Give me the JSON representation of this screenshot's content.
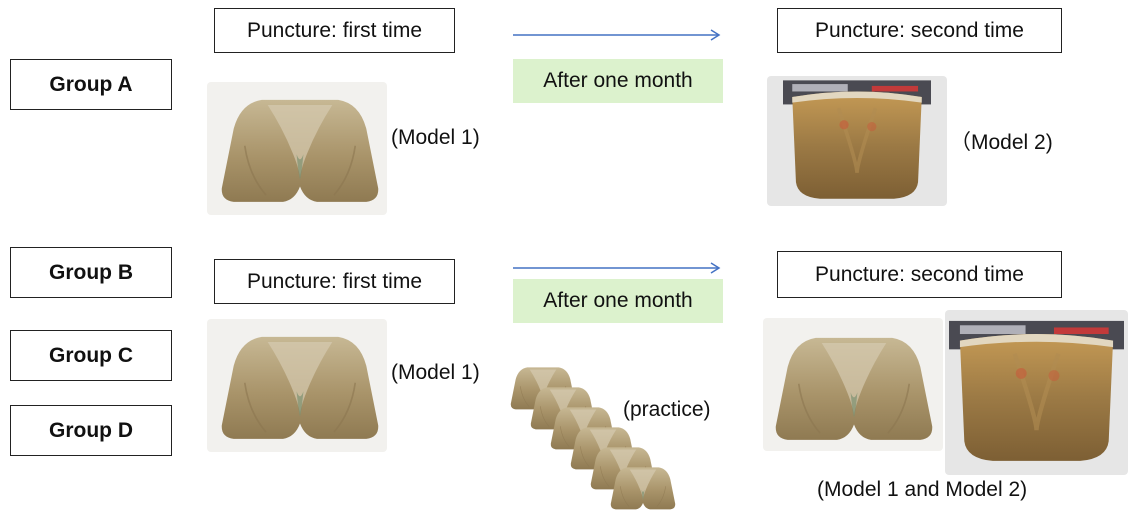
{
  "groups": {
    "a": "Group A",
    "b": "Group B",
    "c": "Group C",
    "d": "Group D"
  },
  "row1": {
    "first_puncture": "Puncture: first time",
    "interval": "After one month",
    "second_puncture": "Puncture: second time",
    "model_left": "(Model 1)",
    "model_right": "（Model 2)"
  },
  "row2": {
    "first_puncture": "Puncture: first time",
    "interval": "After one month",
    "second_puncture": "Puncture: second time",
    "model_left": "(Model 1)",
    "practice": "(practice)",
    "models_both": "(Model 1 and Model 2)"
  },
  "colors": {
    "arrow": "#4472c4",
    "interval_fill": "#dcf2cd",
    "model1": "#a9946a",
    "model2": "#9c7a45"
  },
  "images": [
    "spine-model-1-photo",
    "spine-model-2-photo",
    "practice-models-photo"
  ]
}
